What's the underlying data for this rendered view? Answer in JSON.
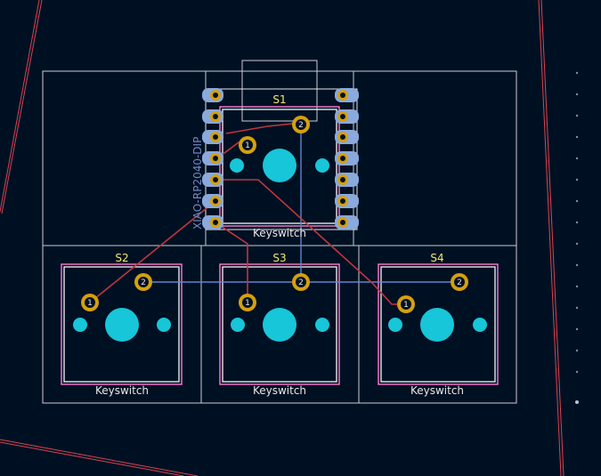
{
  "colors": {
    "background": "#001023",
    "board_edge": "#d9444f",
    "courtyard": "#c9ced6",
    "silkscreen": "#e7e7e7",
    "fab": "#ff7bd6",
    "ref_text": "#f0ea6a",
    "pad_gold": "#d4a00d",
    "pad_blue": "#8aa9dc",
    "npth": "#17c6d8",
    "track_front": "#c0363e",
    "track_back": "#5f86c9"
  },
  "footprints": {
    "s1": {
      "ref": "S1",
      "value": "Keyswitch",
      "pin1": "1",
      "pin2": "2"
    },
    "s2": {
      "ref": "S2",
      "value": "Keyswitch",
      "pin1": "1",
      "pin2": "2"
    },
    "s3": {
      "ref": "S3",
      "value": "Keyswitch",
      "pin1": "1",
      "pin2": "2"
    },
    "s4": {
      "ref": "S4",
      "value": "Keyswitch",
      "pin1": "1",
      "pin2": "2"
    },
    "mcu": {
      "label": "XIAO-RP2040-DIP"
    }
  },
  "icons": {
    "via_dot": "small-dot-icon"
  }
}
